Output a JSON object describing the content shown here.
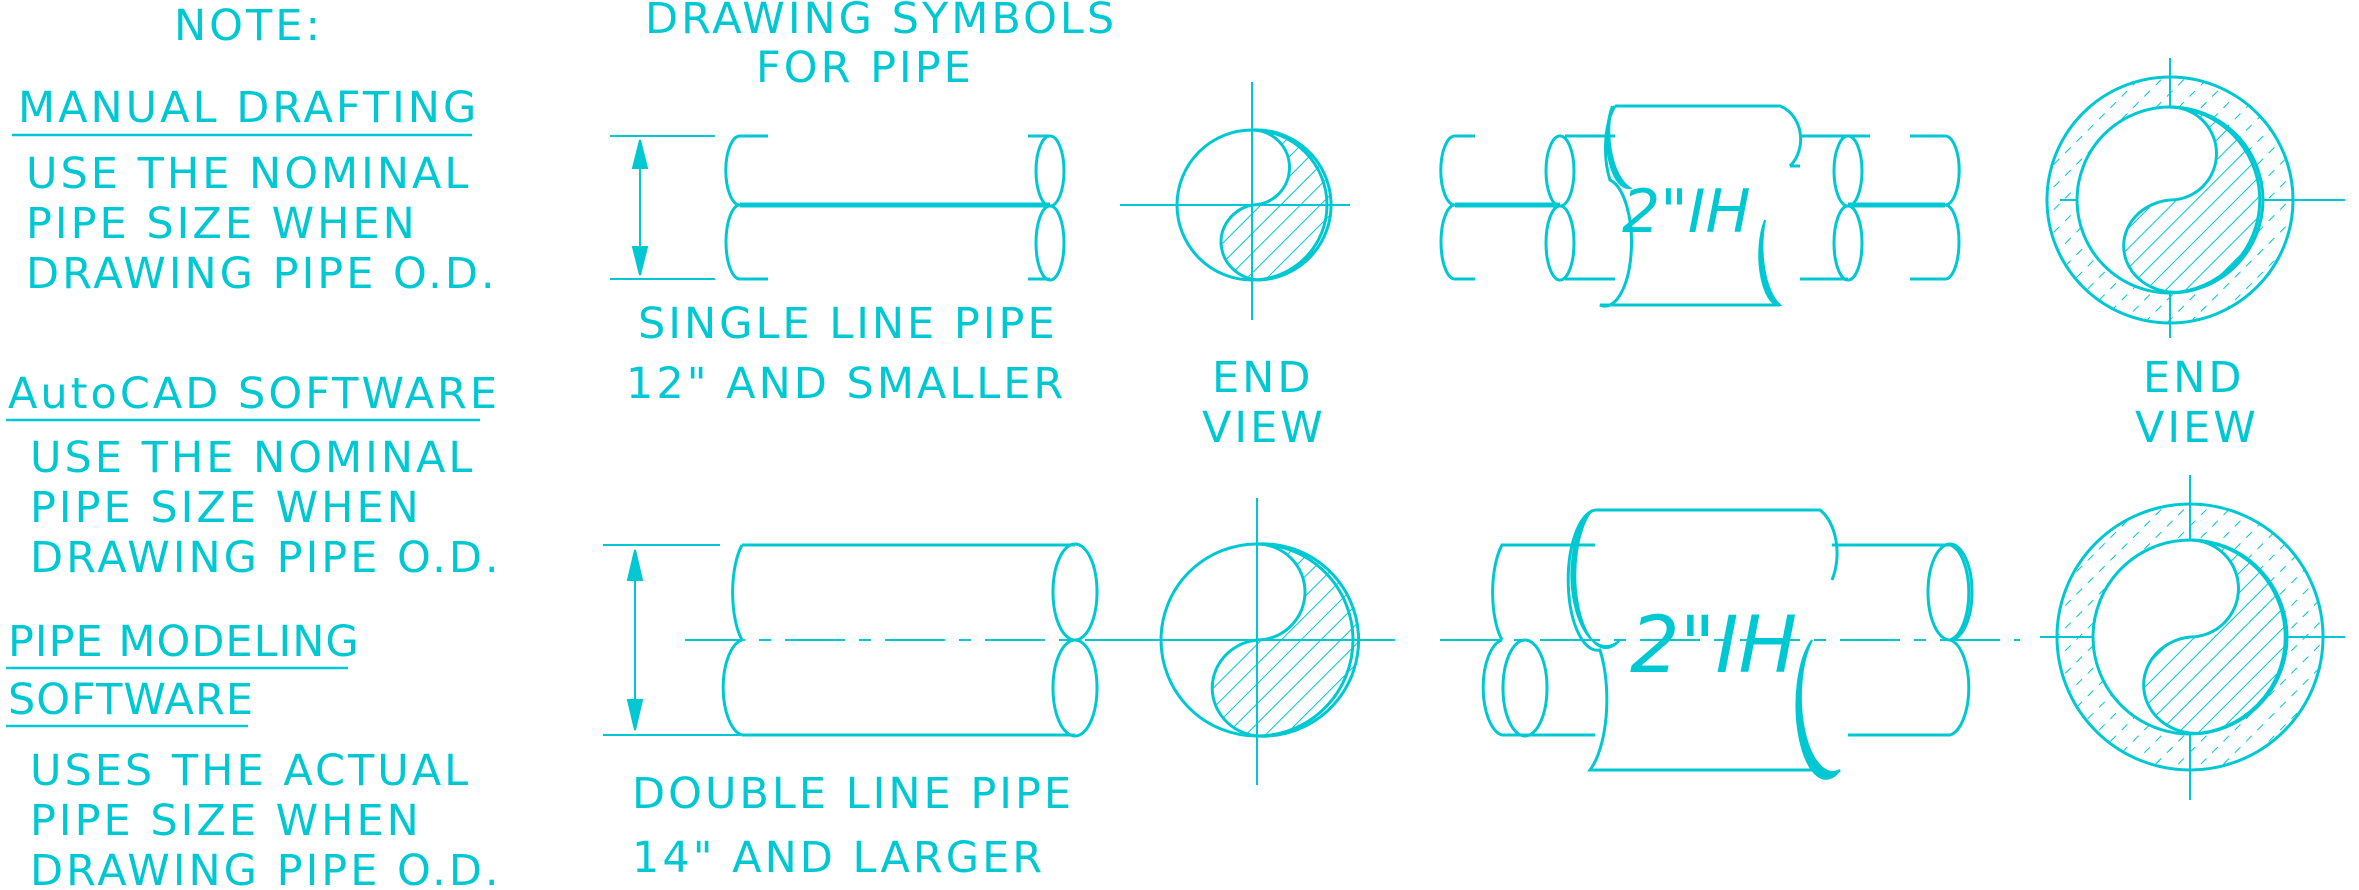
{
  "note": {
    "title": "NOTE:",
    "manual": {
      "heading": "MANUAL DRAFTING",
      "lines": [
        "USE THE NOMINAL",
        "PIPE SIZE WHEN",
        "DRAWING PIPE O.D."
      ]
    },
    "autocad": {
      "heading": "AutoCAD SOFTWARE",
      "lines": [
        "USE THE NOMINAL",
        "PIPE SIZE WHEN",
        "DRAWING PIPE O.D."
      ]
    },
    "modeling": {
      "heading_lines": [
        "PIPE MODELING",
        "SOFTWARE"
      ],
      "lines": [
        "USES THE ACTUAL",
        "PIPE SIZE WHEN",
        "DRAWING PIPE O.D."
      ]
    }
  },
  "symbols": {
    "title_lines": [
      "DRAWING SYMBOLS",
      "FOR PIPE"
    ],
    "single": {
      "lines": [
        "SINGLE LINE PIPE",
        "12\" AND SMALLER"
      ]
    },
    "double": {
      "lines": [
        "DOUBLE LINE PIPE",
        "14\" AND LARGER"
      ]
    },
    "end_view_1": [
      "END",
      "VIEW"
    ],
    "end_view_2": [
      "END",
      "VIEW"
    ],
    "callout_top": "2\"IH",
    "callout_bottom": "2\"IH"
  },
  "colors": {
    "line": "#00c8d2",
    "background": "#ffffff"
  }
}
